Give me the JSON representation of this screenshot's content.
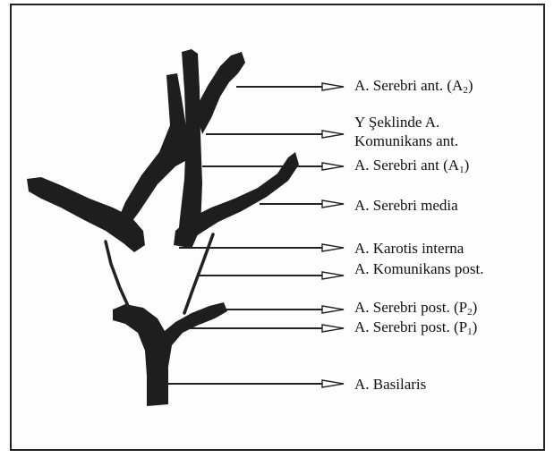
{
  "labels": {
    "serebri_ant_a2": {
      "main": "A. Serebri ant. (A",
      "sub": "2",
      "close": ")"
    },
    "y_komunikans_line1": "Y Şeklinde A.",
    "y_komunikans_line2": "Komunikans ant.",
    "serebri_ant_a1": {
      "main": "A. Serebri ant (A",
      "sub": "1",
      "close": ")"
    },
    "serebri_media": "A. Serebri media",
    "karotis_interna": "A. Karotis interna",
    "komunikans_post": "A. Komunikans post.",
    "serebri_post_p2": {
      "main": "A. Serebri post. (P",
      "sub": "2",
      "close": ")"
    },
    "serebri_post_p1": {
      "main": "A. Serebri post. (P",
      "sub": "1",
      "close": ")"
    },
    "basilaris": "A. Basilaris"
  },
  "colors": {
    "vessel": "#1e1e1e",
    "frame": "#222222",
    "background": "#fdfdfb"
  }
}
